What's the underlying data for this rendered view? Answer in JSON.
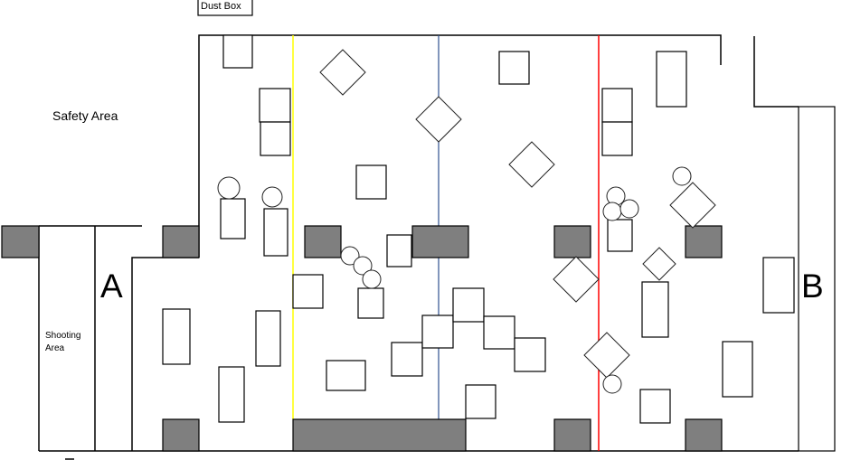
{
  "labels": {
    "dust_box": "Dust Box",
    "safety_area": "Safety Area",
    "shooting_area_line1": "Shooting",
    "shooting_area_line2": "Area",
    "base_a": "A",
    "base_b": "B"
  },
  "colors": {
    "bunker_fill": "#7f7f7f",
    "yellow_line": "#ffff00",
    "center_line": "#2f528f",
    "red_line": "#ff0000"
  }
}
